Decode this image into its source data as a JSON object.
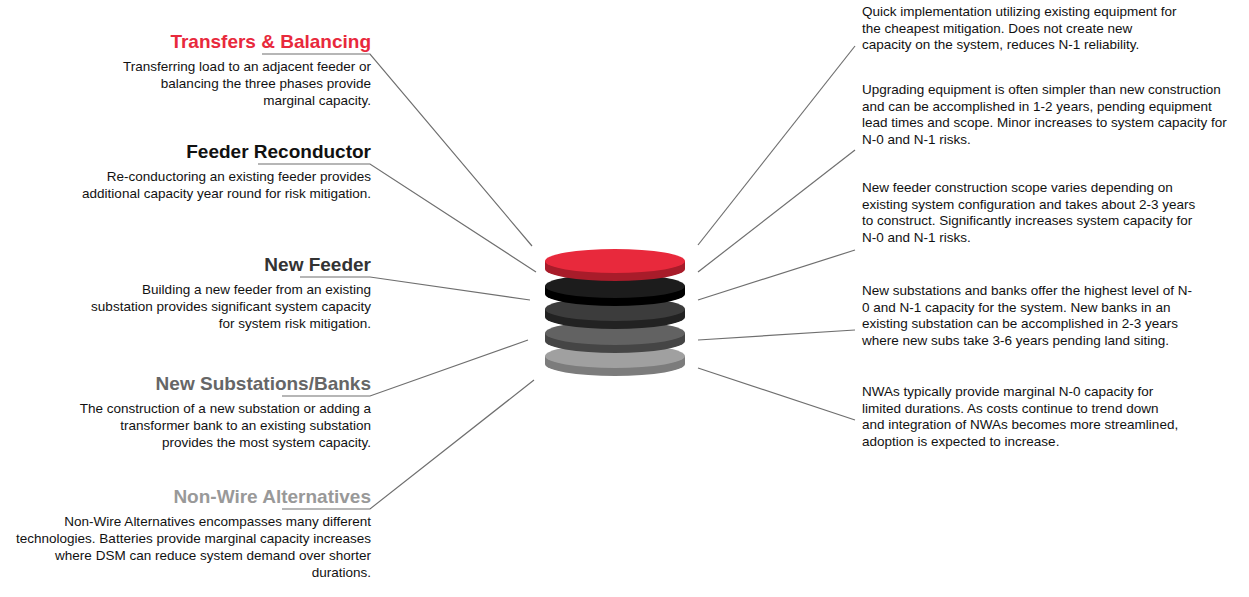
{
  "diagram": {
    "labels": [
      "Transfers & Balancing",
      "Transferring load to an adjacent feeder or balancing the three phases provide marginal capacity.",
      "Quick implementation utilizing existing equipment for the cheapest mitigation. Does not create new capacity on the system, reduces N-1 reliability.",
      "Feeder Reconductor",
      "Re-conductoring an existing feeder provides additional capacity year round for risk mitigation.",
      "Upgrading equipment is often simpler than new construction and can be accomplished in 1-2 years, pending equipment lead times and scope. Minor increases to system capacity for N-0 and N-1 risks.",
      "New Feeder",
      "Building a new feeder from an existing substation provides significant system capacity for system risk mitigation.",
      "New feeder construction scope varies depending on existing system configuration and takes about 2-3 years to construct. Significantly increases system capacity for N-0 and N-1 risks.",
      "New Substations/Banks",
      "The construction of a new substation or adding a transformer bank to an existing substation provides the most system capacity.",
      "New substations and banks offer the highest level of N-0 and N-1 capacity for the system. New banks in an existing substation can be accomplished in 2-3 years where new subs take 3-6 years pending land siting.",
      "Non-Wire Alternatives",
      "Non-Wire Alternatives encompasses many different technologies. Batteries provide marginal capacity increases where DSM can reduce system demand over shorter durations.",
      "NWAs typically provide marginal N-0 capacity for limited durations. As costs continue to trend down and integration of NWAs becomes more streamlined, adoption is expected to increase."
    ]
  }
}
